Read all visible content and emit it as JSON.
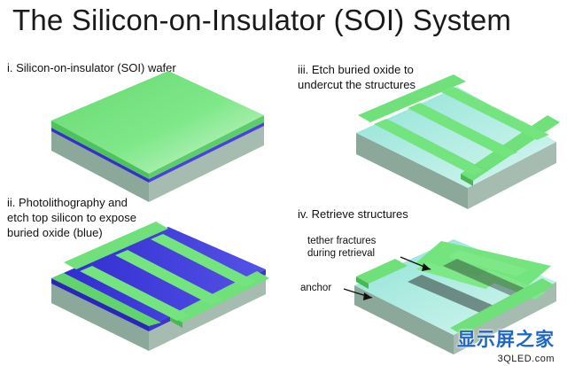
{
  "title": "The Silicon-on-Insulator (SOI) System",
  "steps": [
    {
      "label_lines": [
        "i. Silicon-on-insulator (SOI) wafer"
      ]
    },
    {
      "label_lines": [
        "ii. Photolithography and",
        "etch top silicon to expose",
        "buried oxide (blue)"
      ]
    },
    {
      "label_lines": [
        "iii. Etch buried oxide to",
        "undercut the structures"
      ]
    },
    {
      "label_lines": [
        "iv. Retrieve structures"
      ]
    }
  ],
  "annotations": {
    "tether_lines": [
      "tether fractures",
      "during retrieval"
    ],
    "anchor": "anchor"
  },
  "watermark": {
    "text_cn": "显示屏之家",
    "text_url": "3QLED.com"
  },
  "colors": {
    "top_silicon": "#6fe07a",
    "buried_oxide": "#3a36d6",
    "substrate_side": "#8aa398",
    "undercut_oxide": "#a9eadf"
  }
}
